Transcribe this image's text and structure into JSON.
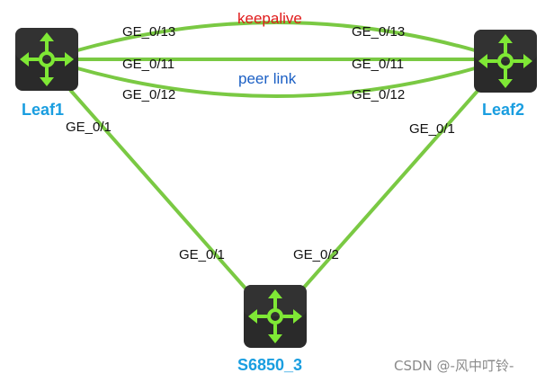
{
  "colors": {
    "link": "#7ac943",
    "device_body": "#2a2a2a",
    "device_icon": "#7fe835",
    "node_label": "#1a9ee0",
    "keepalive_label": "#e01a1a",
    "peerlink_label": "#1b5fc4"
  },
  "icon": "router-switch-icon",
  "nodes": {
    "leaf1": {
      "label": "Leaf1"
    },
    "leaf2": {
      "label": "Leaf2"
    },
    "s6850": {
      "label": "S6850_3"
    }
  },
  "links": {
    "keepalive": {
      "label": "keepalive",
      "leaf1_port": "GE_0/13",
      "leaf2_port": "GE_0/13"
    },
    "middle": {
      "leaf1_port": "GE_0/11",
      "leaf2_port": "GE_0/11"
    },
    "peer_link": {
      "label": "peer link",
      "leaf1_port": "GE_0/12",
      "leaf2_port": "GE_0/12"
    },
    "leaf1_s6850": {
      "leaf1_port": "GE_0/1",
      "s6850_port": "GE_0/1"
    },
    "leaf2_s6850": {
      "leaf2_port": "GE_0/1",
      "s6850_port": "GE_0/2"
    }
  },
  "watermark": "CSDN @-风中叮铃-"
}
